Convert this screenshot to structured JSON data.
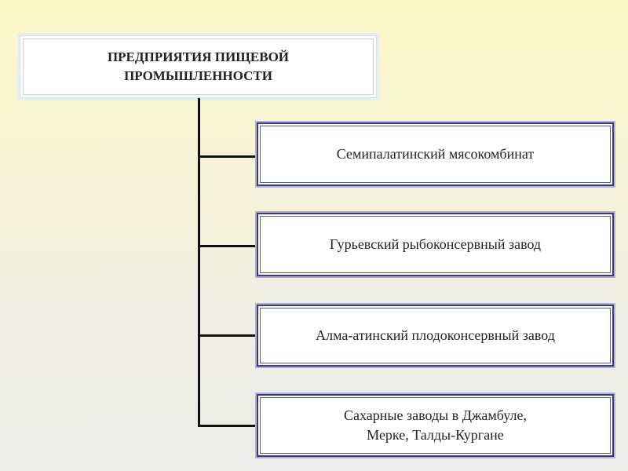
{
  "root": {
    "line1": "ПРЕДПРИЯТИЯ ПИЩЕВОЙ",
    "line2": "ПРОМЫШЛЕННОСТИ"
  },
  "children": [
    {
      "line1": "Семипалатинский мясокомбинат"
    },
    {
      "line1": "Гурьевский рыбоконсервный завод"
    },
    {
      "line1": "Алма-атинский плодоконсервный завод"
    },
    {
      "line1": "Сахарные заводы в Джамбуле,",
      "line2": "Мерке, Талды-Кургане"
    }
  ]
}
